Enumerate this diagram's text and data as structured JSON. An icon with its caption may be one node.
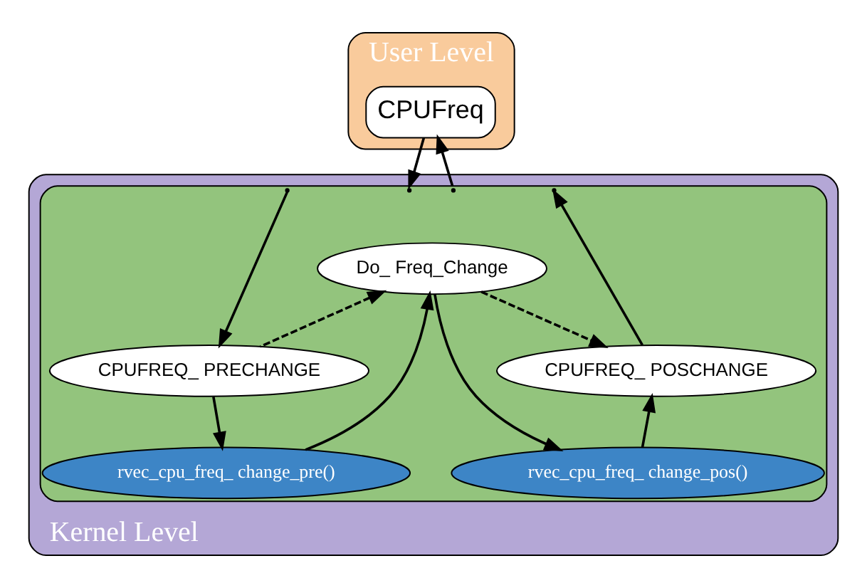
{
  "diagram": {
    "nodes": [
      {
        "text": [
          "User Level"
        ]
      },
      {
        "text": [
          "CPUFreq"
        ],
        "in": 0
      },
      {
        "text": [
          "Kernel Level"
        ]
      },
      {
        "text": [],
        "shape": "ellipse",
        "in": 2
      },
      {
        "text": [
          "Do_ Freq_Change"
        ],
        "in": 3
      },
      {
        "text": [
          "CPUFREQ_ PRECHANGE"
        ],
        "in": 3
      },
      {
        "text": [
          "CPUFREQ_ POSCHANGE"
        ],
        "in": 3
      },
      {
        "text": [
          "rvec_cpu_freq_ change_pre()"
        ],
        "in": 3
      },
      {
        "text": [
          "rvec_cpu_freq_ change_pos()"
        ],
        "in": 3
      }
    ],
    "edges": [
      {
        "from": 1,
        "to": 3,
        "arrow": "to"
      },
      {
        "from": 3,
        "to": 5,
        "arrow": "to"
      },
      {
        "from": 5,
        "to": 7,
        "arrow": "to"
      },
      {
        "from": 5,
        "to": 4,
        "arrow": "to",
        "style": "dashed"
      },
      {
        "from": 7,
        "to": 4,
        "arrow": "to"
      },
      {
        "from": 4,
        "to": 8,
        "arrow": "to"
      },
      {
        "from": 4,
        "to": 6,
        "arrow": "to",
        "style": "dashed"
      },
      {
        "from": 8,
        "to": 6,
        "arrow": "to"
      },
      {
        "from": 6,
        "to": 3,
        "arrow": "to"
      },
      {
        "from": 3,
        "to": 1,
        "arrow": "to"
      }
    ]
  }
}
